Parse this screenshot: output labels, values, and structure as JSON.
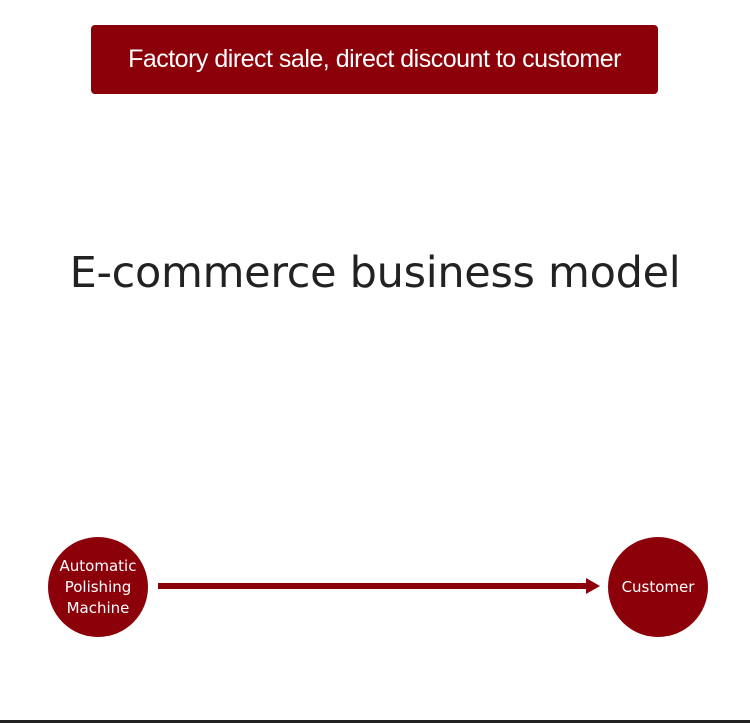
{
  "banner": {
    "text": "Factory direct sale, direct discount to customer"
  },
  "headline": "E-commerce business model",
  "diagram": {
    "source_node": {
      "lines": [
        "Automatic",
        "Polishing",
        "Machine"
      ]
    },
    "target_node": {
      "label": "Customer"
    }
  },
  "colors": {
    "accent": "#8b0009",
    "text_dark": "#222222",
    "background": "#ffffff"
  }
}
